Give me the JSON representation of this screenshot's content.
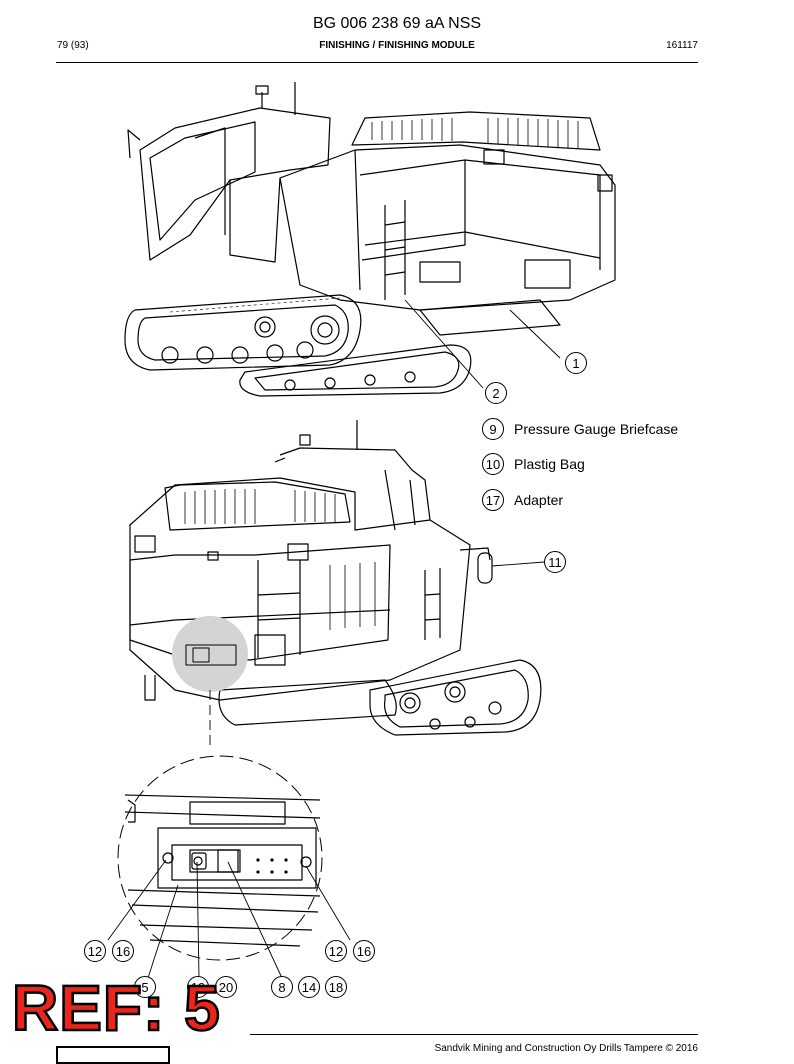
{
  "header": {
    "doc_code": "BG 006 238 69 aA NSS",
    "page": "79 (93)",
    "section": "FINISHING / FINISHING MODULE",
    "date": "161117"
  },
  "legend": [
    {
      "num": "9",
      "label": "Pressure Gauge Briefcase"
    },
    {
      "num": "10",
      "label": "Plastig Bag"
    },
    {
      "num": "17",
      "label": "Adapter"
    }
  ],
  "callouts": {
    "c1": "1",
    "c2": "2",
    "c11": "11",
    "c12a": "12",
    "c16a": "16",
    "c12b": "12",
    "c16b": "16",
    "c5": "5",
    "c19": "19",
    "c20": "20",
    "c8": "8",
    "c14": "14",
    "c18": "18"
  },
  "footer": {
    "copyright": "Sandvik Mining and Construction Oy Drills Tampere © 2016"
  },
  "stamp": {
    "text": "REF: 5",
    "color": "#e8261c"
  }
}
